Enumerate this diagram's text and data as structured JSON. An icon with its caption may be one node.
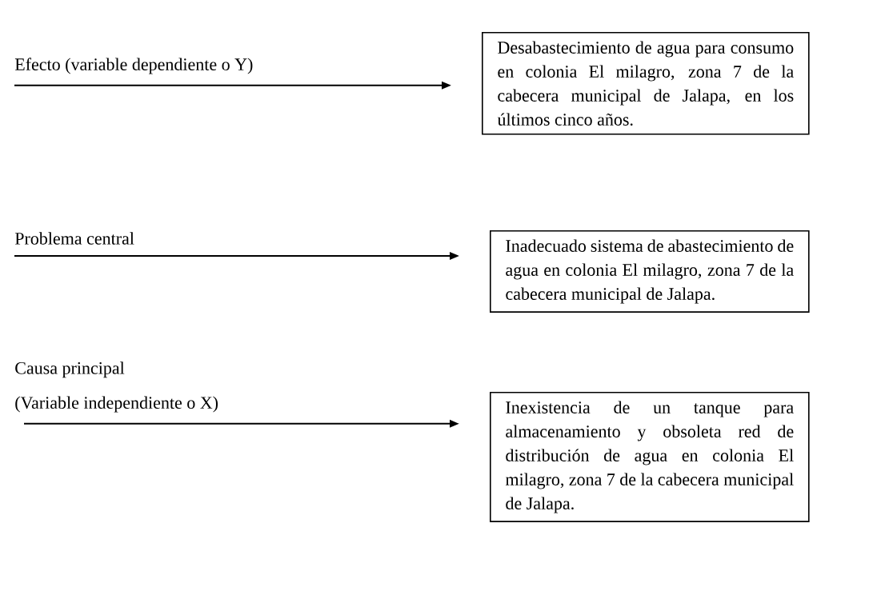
{
  "diagram": {
    "nodes": [
      {
        "text": [
          "Efecto (variable dependiente o Y)"
        ]
      },
      {
        "text": [
          "Desabastecimiento de agua para consumo en colonia El milagro, zona 7 de la cabecera municipal de Jalapa, en los últimos cinco años."
        ]
      },
      {
        "text": [
          "Problema central"
        ]
      },
      {
        "text": [
          "Inadecuado sistema de abastecimiento de agua en colonia El milagro, zona 7 de la cabecera municipal de Jalapa."
        ]
      },
      {
        "text": [
          "Causa principal",
          "(Variable independiente o X)"
        ]
      },
      {
        "text": [
          "Inexistencia de un tanque para almacenamiento y obsoleta red de distribución de agua en colonia El milagro, zona 7 de la cabecera municipal de Jalapa."
        ]
      }
    ],
    "edges": [
      {
        "from": 0,
        "to": 1,
        "arrow": "to"
      },
      {
        "from": 2,
        "to": 3,
        "arrow": "to"
      },
      {
        "from": 4,
        "to": 5,
        "arrow": "to"
      }
    ]
  }
}
